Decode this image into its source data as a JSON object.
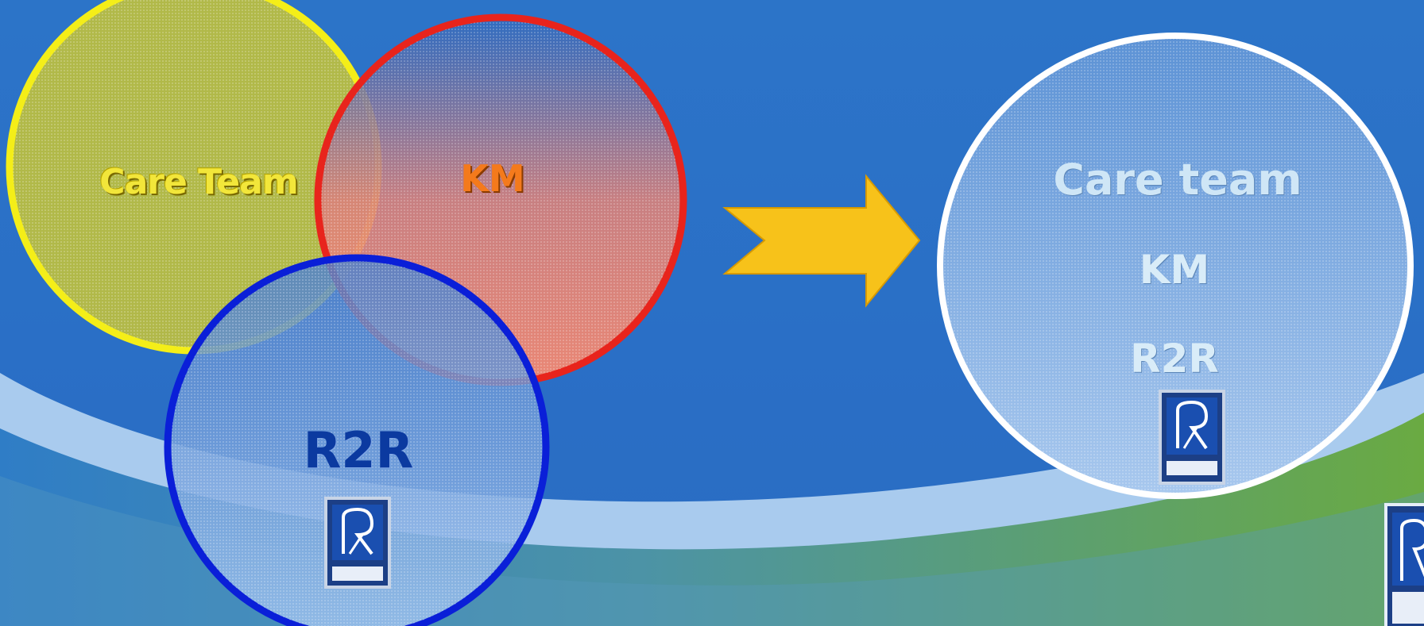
{
  "left_venn": {
    "care_team_label": "Care Team",
    "km_label": "KM",
    "r2r_label": "R2R",
    "colors": {
      "care_team": "#f2e63a",
      "km": "#e8241c",
      "r2r": "#0a1fd8"
    }
  },
  "arrow": {
    "icon": "right-arrow-icon",
    "color": "#f7c21a"
  },
  "right_circle": {
    "labels": [
      "Care team",
      "KM",
      "R2R"
    ],
    "border_color": "#ffffff"
  },
  "logo": {
    "icon": "r2r-logo-icon"
  },
  "background": {
    "top": "#2a6fc6",
    "wave_light": "#a9cbee",
    "wave_green": "#6aaa42"
  }
}
